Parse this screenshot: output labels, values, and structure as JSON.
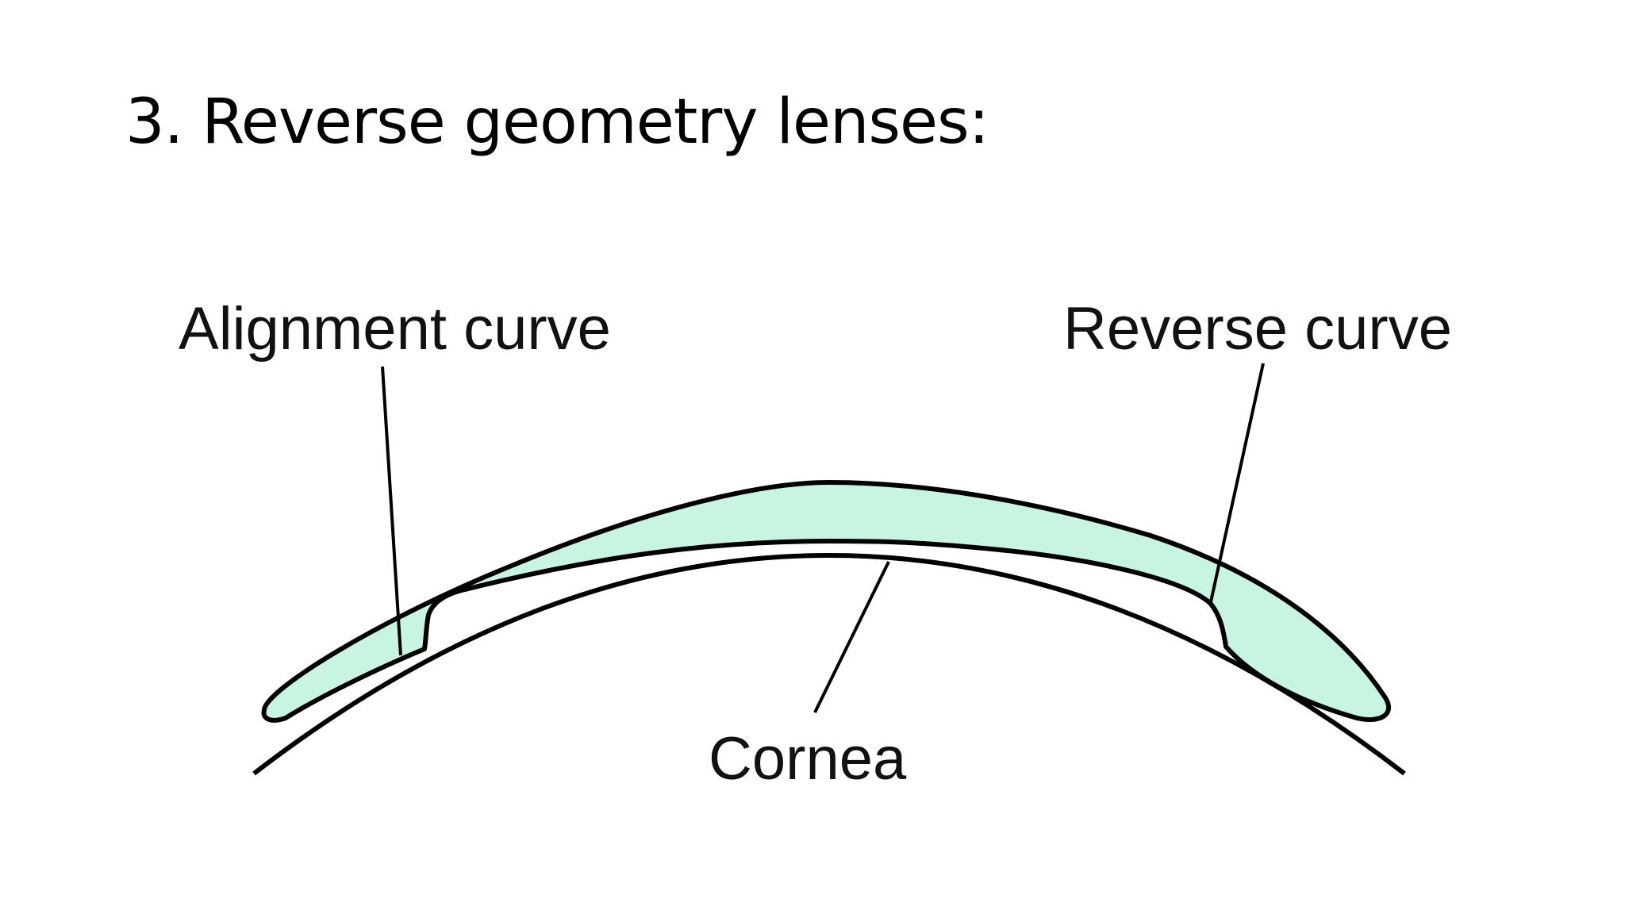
{
  "slide": {
    "title": "3. Reverse geometry lenses:"
  },
  "diagram": {
    "labels": {
      "alignment_curve": "Alignment curve",
      "reverse_curve": "Reverse curve",
      "cornea": "Cornea"
    },
    "colors": {
      "lens_fill": "#c8f5e1",
      "outline": "#000000",
      "background": "#ffffff"
    }
  }
}
